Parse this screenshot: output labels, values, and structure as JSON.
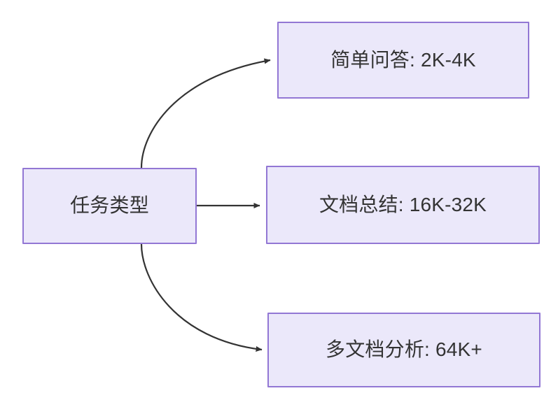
{
  "diagram": {
    "type": "flowchart",
    "direction": "left-to-right",
    "background_color": "#ffffff",
    "node_style": {
      "fill_color": "#ebe8fa",
      "border_color": "#9277d4",
      "text_color": "#333333"
    },
    "edge_style": {
      "line_color": "#333333",
      "arrowhead": "filled-triangle"
    },
    "nodes": [
      {
        "id": "root",
        "label": "任务类型"
      },
      {
        "id": "simple_qa",
        "label": "简单问答: 2K-4K"
      },
      {
        "id": "doc_sum",
        "label": "文档总结: 16K-32K"
      },
      {
        "id": "multi_doc",
        "label": "多文档分析: 64K+"
      }
    ],
    "edges": [
      {
        "id": "edge-root-simple-qa",
        "from": "root",
        "to": "simple_qa",
        "shape": "curve-up",
        "label": ""
      },
      {
        "id": "edge-root-doc-sum",
        "from": "root",
        "to": "doc_sum",
        "shape": "straight",
        "label": ""
      },
      {
        "id": "edge-root-multi-doc",
        "from": "root",
        "to": "multi_doc",
        "shape": "curve-down",
        "label": ""
      }
    ]
  }
}
